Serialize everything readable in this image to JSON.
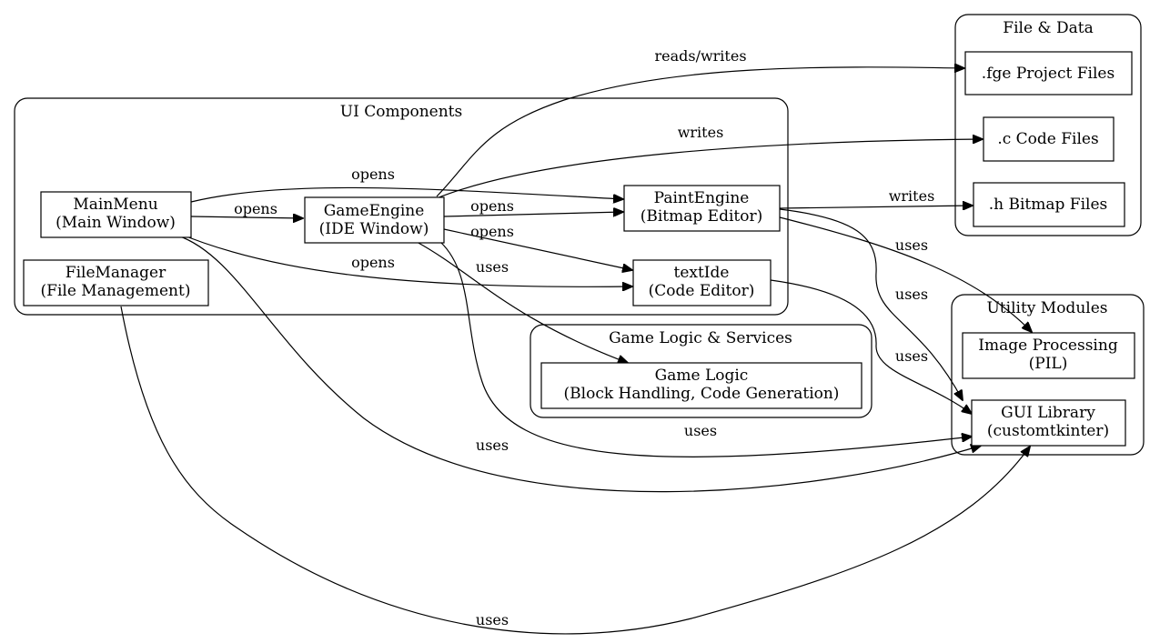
{
  "clusters": [
    {
      "id": "ui",
      "label": "UI Components"
    },
    {
      "id": "files",
      "label": "File & Data"
    },
    {
      "id": "logic",
      "label": "Game Logic & Services"
    },
    {
      "id": "util",
      "label": "Utility Modules"
    }
  ],
  "nodes": [
    {
      "id": "mainmenu",
      "lines": [
        "MainMenu",
        "(Main Window)"
      ]
    },
    {
      "id": "filemanager",
      "lines": [
        "FileManager",
        "(File Management)"
      ]
    },
    {
      "id": "gameengine",
      "lines": [
        "GameEngine",
        "(IDE Window)"
      ]
    },
    {
      "id": "paintengine",
      "lines": [
        "PaintEngine",
        "(Bitmap Editor)"
      ]
    },
    {
      "id": "textide",
      "lines": [
        "textIde",
        "(Code Editor)"
      ]
    },
    {
      "id": "fge",
      "lines": [
        ".fge Project Files"
      ]
    },
    {
      "id": "cfiles",
      "lines": [
        ".c Code Files"
      ]
    },
    {
      "id": "hfiles",
      "lines": [
        ".h Bitmap Files"
      ]
    },
    {
      "id": "gamelogic",
      "lines": [
        "Game Logic",
        "(Block Handling, Code Generation)"
      ]
    },
    {
      "id": "imageproc",
      "lines": [
        "Image Processing",
        "(PIL)"
      ]
    },
    {
      "id": "guilib",
      "lines": [
        "GUI Library",
        "(customtkinter)"
      ]
    }
  ],
  "edges": [
    {
      "id": "e1",
      "from": "mainmenu",
      "to": "gameengine",
      "label": "opens"
    },
    {
      "id": "e2",
      "from": "mainmenu",
      "to": "paintengine",
      "label": "opens"
    },
    {
      "id": "e3",
      "from": "mainmenu",
      "to": "textide",
      "label": "opens"
    },
    {
      "id": "e4",
      "from": "mainmenu",
      "to": "guilib",
      "label": "uses"
    },
    {
      "id": "e5",
      "from": "filemanager",
      "to": "guilib",
      "label": "uses"
    },
    {
      "id": "e6",
      "from": "gameengine",
      "to": "paintengine",
      "label": "opens"
    },
    {
      "id": "e7",
      "from": "gameengine",
      "to": "textide",
      "label": "opens"
    },
    {
      "id": "e8",
      "from": "gameengine",
      "to": "gamelogic",
      "label": "uses"
    },
    {
      "id": "e9",
      "from": "gameengine",
      "to": "fge",
      "label": "reads/writes"
    },
    {
      "id": "e10",
      "from": "gameengine",
      "to": "cfiles",
      "label": "writes"
    },
    {
      "id": "e11",
      "from": "gameengine",
      "to": "guilib",
      "label": "uses"
    },
    {
      "id": "e12",
      "from": "paintengine",
      "to": "hfiles",
      "label": "writes"
    },
    {
      "id": "e13",
      "from": "paintengine",
      "to": "imageproc",
      "label": "uses"
    },
    {
      "id": "e14",
      "from": "paintengine",
      "to": "guilib",
      "label": "uses"
    },
    {
      "id": "e15",
      "from": "textide",
      "to": "guilib",
      "label": "uses"
    }
  ]
}
